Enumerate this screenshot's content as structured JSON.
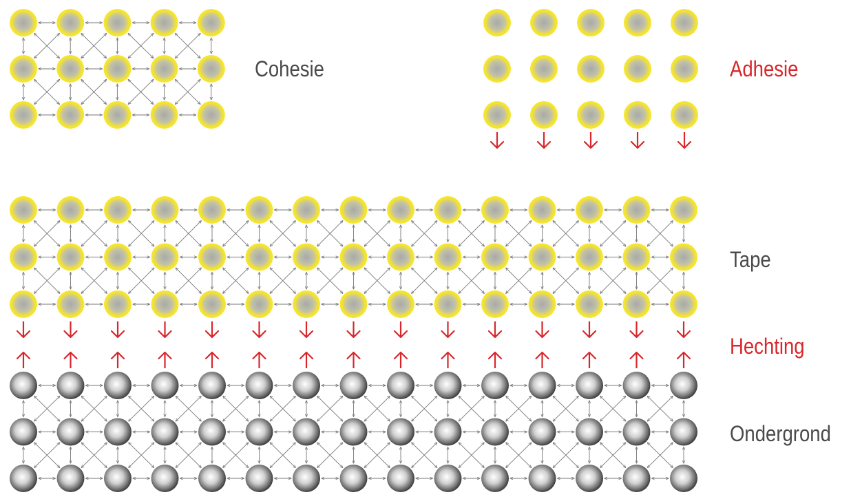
{
  "labels": {
    "cohesie": "Cohesie",
    "adhesie": "Adhesie",
    "tape": "Tape",
    "hechting": "Hechting",
    "ondergrond": "Ondergrond"
  },
  "colors": {
    "label_gray": "#4a4a4a",
    "label_red": "#d8262b",
    "arrow_red": "#d8262b",
    "link_gray": "#777777",
    "particle_yellow": "#f5e62a",
    "particle_yellow_core": "#b3b3b3",
    "particle_gray": "#4f4f4f",
    "particle_gray_core": "#ffffff"
  },
  "panels": {
    "cohesie": {
      "particle": "yellow",
      "rows": 3,
      "cols": 5,
      "links": true,
      "arrows": "none"
    },
    "adhesie": {
      "particle": "yellow",
      "rows": 3,
      "cols": 5,
      "links": false,
      "arrows": "down-below-last-row"
    },
    "tape": {
      "particle": "yellow",
      "rows": 3,
      "cols": 15,
      "links": true,
      "arrows": "down-below-last-row"
    },
    "ondergrond": {
      "particle": "gray",
      "rows": 3,
      "cols": 15,
      "links": true,
      "arrows": "up-above-first-row"
    }
  }
}
